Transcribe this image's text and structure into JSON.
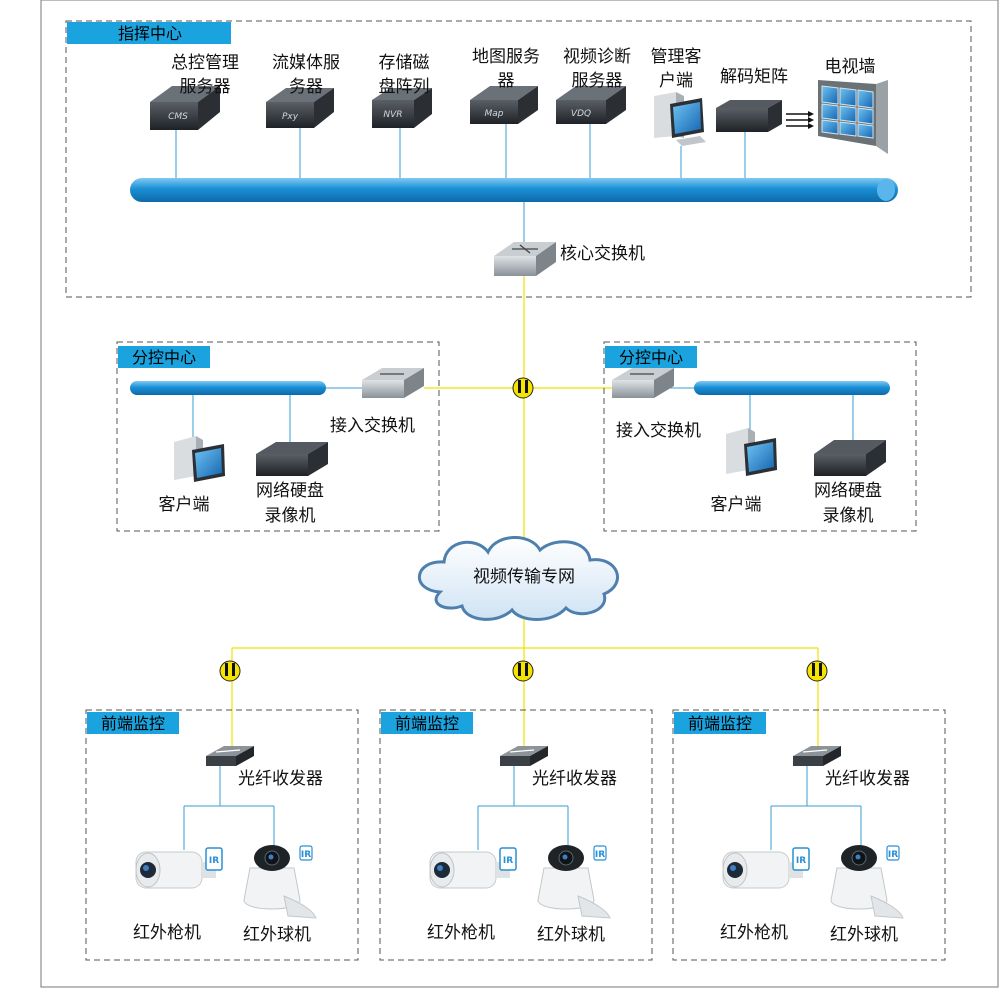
{
  "command_center": {
    "title": "指挥中心",
    "devices": [
      {
        "line1": "总控管理",
        "line2": "服务器",
        "tag": "CMS"
      },
      {
        "line1": "流媒体服",
        "line2": "务器",
        "tag": "Pxy"
      },
      {
        "line1": "存储磁",
        "line2": "盘阵列",
        "tag": "NVR"
      },
      {
        "line1": "地图服务",
        "line2": "器",
        "tag": "Map"
      },
      {
        "line1": "视频诊断",
        "line2": "服务器",
        "tag": "VDQ"
      },
      {
        "line1": "管理客",
        "line2": "户端",
        "tag": ""
      },
      {
        "line1": "解码矩阵",
        "line2": "",
        "tag": ""
      },
      {
        "line1": "电视墙",
        "line2": "",
        "tag": ""
      }
    ],
    "core_switch": "核心交换机"
  },
  "branch_centers": [
    {
      "title": "分控中心",
      "switch": "接入交换机",
      "client": "客户端",
      "nvr_line1": "网络硬盘",
      "nvr_line2": "录像机"
    },
    {
      "title": "分控中心",
      "switch": "接入交换机",
      "client": "客户端",
      "nvr_line1": "网络硬盘",
      "nvr_line2": "录像机"
    }
  ],
  "network": {
    "label": "视频传输专网"
  },
  "front_ends": [
    {
      "title": "前端监控",
      "transceiver": "光纤收发器",
      "bullet": "红外枪机",
      "dome": "红外球机",
      "ir_tag": "IR"
    },
    {
      "title": "前端监控",
      "transceiver": "光纤收发器",
      "bullet": "红外枪机",
      "dome": "红外球机",
      "ir_tag": "IR"
    },
    {
      "title": "前端监控",
      "transceiver": "光纤收发器",
      "bullet": "红外枪机",
      "dome": "红外球机",
      "ir_tag": "IR"
    }
  ],
  "colors": {
    "bus": "#1a8fd6",
    "title_bar": "#1aa3df",
    "fiber_line": "#f2e200",
    "link_line": "#3a9cd8"
  }
}
